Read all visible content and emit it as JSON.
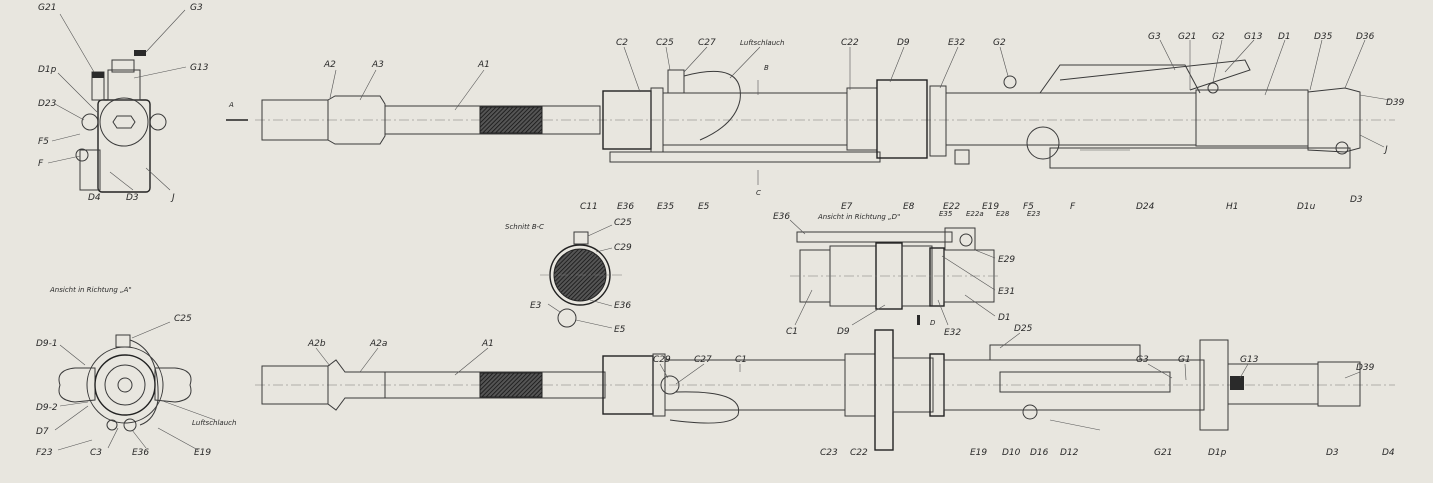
{
  "front_view": {
    "labels": [
      "G21",
      "G3",
      "D1p",
      "G13",
      "D23",
      "F5",
      "F",
      "D4",
      "D3",
      "J"
    ]
  },
  "view_a": {
    "caption": "Ansicht in Richtung „A\"",
    "labels": [
      "C25",
      "D9-1",
      "D9-2",
      "D7",
      "F23",
      "C3",
      "E36",
      "Luftschlauch",
      "E19"
    ]
  },
  "top_view": {
    "arrow_label": "A",
    "labels": [
      "A2",
      "A3",
      "A1",
      "C2",
      "C25",
      "C27",
      "Luftschlauch",
      "B",
      "C22",
      "D9",
      "E32",
      "G2",
      "G3",
      "G21",
      "G2",
      "G13",
      "D1",
      "D35",
      "D36",
      "D39",
      "J",
      "C11",
      "E36",
      "E35",
      "E5",
      "C",
      "E7",
      "E8",
      "E22",
      "E19",
      "F5",
      "F",
      "D24",
      "H1",
      "D1u",
      "D3"
    ]
  },
  "section_bc": {
    "caption": "Schnitt B-C",
    "labels": [
      "C25",
      "C29",
      "E3",
      "E36",
      "E5"
    ]
  },
  "view_d": {
    "caption": "Ansicht in Richtung „D\"",
    "labels": [
      "E36",
      "E35",
      "E22a",
      "E28",
      "E23",
      "E29",
      "E31",
      "D1",
      "C1",
      "D9",
      "D",
      "E32"
    ]
  },
  "side_view": {
    "labels": [
      "A2b",
      "A2a",
      "A1",
      "C29",
      "C27",
      "C1",
      "D25",
      "G3",
      "G1",
      "G13",
      "D39",
      "C23",
      "C22",
      "E19",
      "D10",
      "D16",
      "D12",
      "G21",
      "D1p",
      "D3",
      "D4"
    ]
  }
}
